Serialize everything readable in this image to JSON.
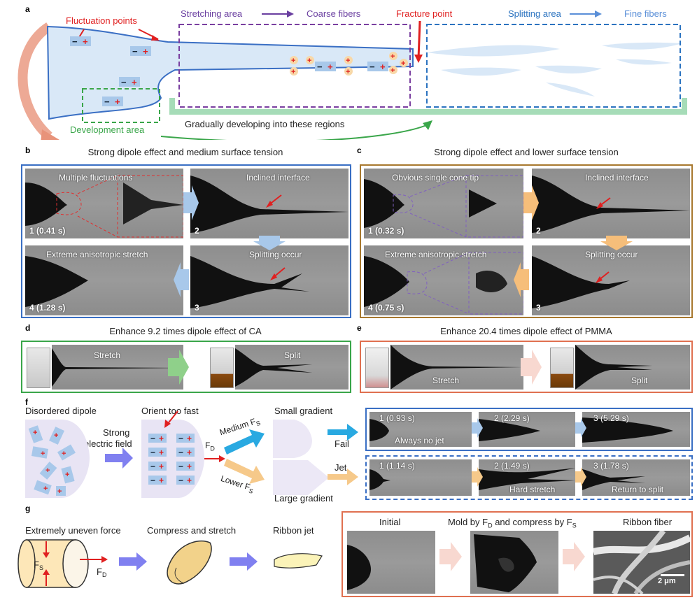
{
  "panel_a": {
    "label": "a",
    "fluctuation_points": "Fluctuation points",
    "stretching_area": "Stretching area",
    "coarse_fibers": "Coarse fibers",
    "fracture_point": "Fracture point",
    "splitting_area": "Splitting area",
    "fine_fibers": "Fine fibers",
    "development_area": "Development area",
    "gradually_developing": "Gradually developing into these regions"
  },
  "panel_b": {
    "label": "b",
    "title": "Strong dipole effect and medium surface tension",
    "img1_caption": "Multiple fluctuations",
    "img1_frame": "1 (0.41 s)",
    "img2_caption": "Inclined interface",
    "img2_frame": "2",
    "img3_caption": "Extreme anisotropic stretch",
    "img3_frame": "4 (1.28 s)",
    "img4_caption": "Splitting occur",
    "img4_frame": "3",
    "color": "#3a6fc4"
  },
  "panel_c": {
    "label": "c",
    "title": "Strong dipole effect and lower surface tension",
    "img1_caption": "Obvious single cone tip",
    "img1_frame": "1 (0.32 s)",
    "img2_caption": "Inclined interface",
    "img2_frame": "2",
    "img3_caption": "Extreme anisotropic stretch",
    "img3_frame": "4 (0.75 s)",
    "img4_caption": "Splitting occur",
    "img4_frame": "3",
    "color": "#a8782e"
  },
  "panel_d": {
    "label": "d",
    "title": "Enhance 9.2 times dipole effect of CA",
    "stretch": "Stretch",
    "split": "Split",
    "color": "#3aa64a"
  },
  "panel_e": {
    "label": "e",
    "title": "Enhance 20.4 times dipole effect of PMMA",
    "stretch": "Stretch",
    "split": "Split",
    "color": "#e07050"
  },
  "panel_f": {
    "label": "f",
    "disordered_dipole": "Disordered dipole",
    "strong": "Strong",
    "electric_field": "electric field",
    "orient_too_fast": "Orient too fast",
    "fs_label": "F",
    "fs_sub": "S",
    "fd_label": "F",
    "fd_sub": "D",
    "medium": "Medium F",
    "lower": "Lower F",
    "small_gradient": "Small gradient",
    "large_gradient": "Large gradient",
    "fail": "Fail",
    "jet": "Jet",
    "top_frames": [
      "1 (0.93 s)",
      "2 (2.29 s)",
      "3 (5.29 s)"
    ],
    "top_caption": "Always no jet",
    "bottom_frames": [
      "1 (1.14 s)",
      "2 (1.49 s)",
      "3 (1.78 s)"
    ],
    "bottom_captions": [
      "Hard stretch",
      "Return to split"
    ]
  },
  "panel_g": {
    "label": "g",
    "uneven_force": "Extremely uneven force",
    "compress_stretch": "Compress and stretch",
    "ribbon_jet": "Ribbon jet",
    "initial": "Initial",
    "mold_text": "Mold by F",
    "mold_mid": " and compress by F",
    "ribbon_fiber": "Ribbon fiber",
    "scale_bar": "2 μm"
  }
}
